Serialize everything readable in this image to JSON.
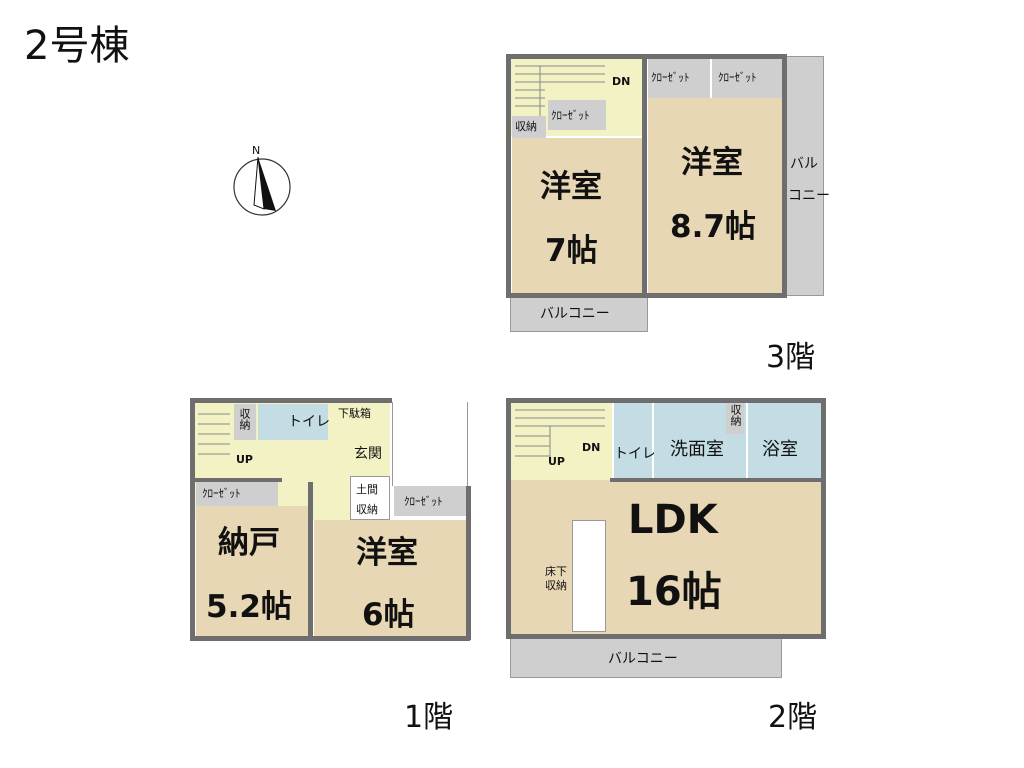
{
  "building_title": "2号棟",
  "compass": {
    "north_label": "N"
  },
  "floors": {
    "f1": {
      "label": "1階",
      "rooms": {
        "storage_stair": "収納",
        "toilet": "トイレ",
        "shoe_box": "下駄箱",
        "up": "UP",
        "entrance": "玄関",
        "doma_storage_1": "土間",
        "doma_storage_2": "収納",
        "closet_left": "ｸﾛｰｾﾞｯﾄ",
        "closet_right": "ｸﾛｰｾﾞｯﾄ",
        "nando_name": "納戸",
        "nando_size": "5.2帖",
        "western_name": "洋室",
        "western_size": "6帖"
      }
    },
    "f2": {
      "label": "2階",
      "rooms": {
        "up": "UP",
        "dn": "DN",
        "toilet": "トイレ",
        "washroom": "洗面室",
        "storage": "収納",
        "bath": "浴室",
        "ldk_name": "LDK",
        "ldk_size": "16帖",
        "underfloor_1": "床下",
        "underfloor_2": "収納",
        "balcony": "バルコニー"
      }
    },
    "f3": {
      "label": "3階",
      "rooms": {
        "dn": "DN",
        "storage": "収納",
        "closet_small": "ｸﾛｰｾﾞｯﾄ",
        "closet_a": "ｸﾛｰｾﾞｯﾄ",
        "closet_b": "ｸﾛｰｾﾞｯﾄ",
        "west_left_name": "洋室",
        "west_left_size": "7帖",
        "west_right_name": "洋室",
        "west_right_size": "8.7帖",
        "balcony_side_1": "バル",
        "balcony_side_2": "コニー",
        "balcony_bottom": "バルコニー"
      }
    }
  },
  "colors": {
    "room": "#e8d7b5",
    "closet": "#cfcfcf",
    "hall": "#f3f2c5",
    "wet_area": "#c4dde4",
    "wall": "#6e6e6e"
  }
}
